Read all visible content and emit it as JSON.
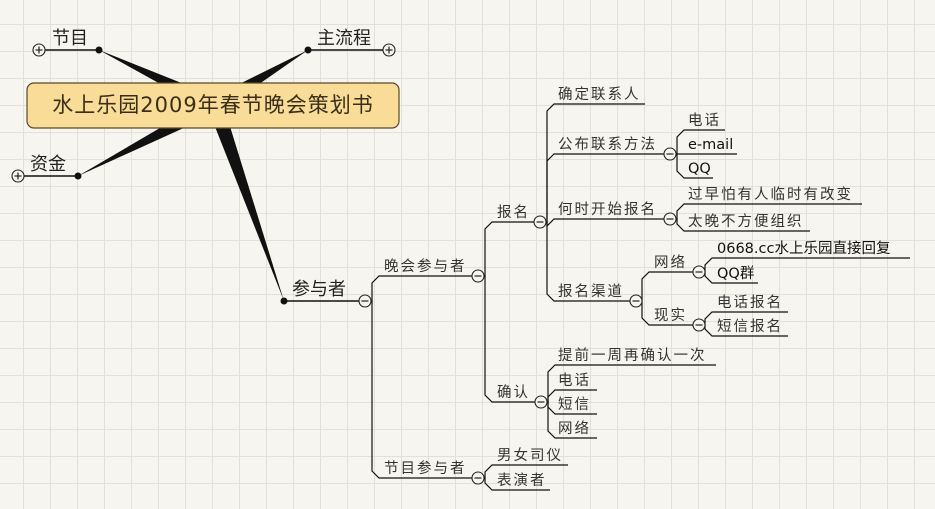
{
  "central_topic": "水上乐园2009年春节晚会策划书",
  "colors": {
    "central_fill": "#f8dc97",
    "central_border": "#5a4a28",
    "line": "#111111"
  },
  "main_topics": {
    "program": "节目",
    "main_flow": "主流程",
    "funds": "资金",
    "participants": "参与者"
  },
  "participants": {
    "gala_participants": "晚会参与者",
    "program_participants": "节目参与者",
    "signup": "报名",
    "confirm": "确认",
    "signup_children": {
      "contact_person": "确定联系人",
      "publish_contact": "公布联系方法",
      "when_start": "何时开始报名",
      "channels": "报名渠道"
    },
    "contact_methods": [
      "电话",
      "e-mail",
      "QQ"
    ],
    "when_notes": [
      "过早怕有人临时有改变",
      "太晚不方便组织"
    ],
    "channel_types": {
      "online": "网络",
      "offline": "现实"
    },
    "online_channels": [
      "0668.cc水上乐园直接回复",
      "QQ群"
    ],
    "offline_channels": [
      "电话报名",
      "短信报名"
    ],
    "confirm_children": [
      "提前一周再确认一次",
      "电话",
      "短信",
      "网络"
    ],
    "program_children": [
      "男女司仪",
      "表演者"
    ]
  }
}
